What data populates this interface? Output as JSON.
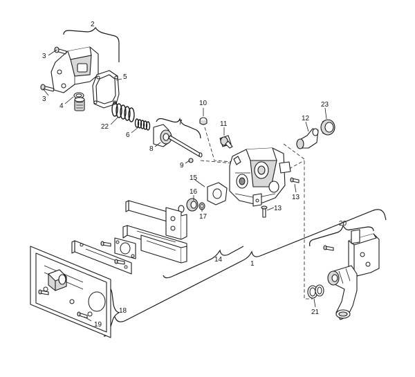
{
  "callouts": [
    {
      "id": "1",
      "label": "1"
    },
    {
      "id": "2",
      "label": "2"
    },
    {
      "id": "3a",
      "label": "3"
    },
    {
      "id": "3b",
      "label": "3"
    },
    {
      "id": "4",
      "label": "4"
    },
    {
      "id": "5",
      "label": "5"
    },
    {
      "id": "6",
      "label": "6"
    },
    {
      "id": "7",
      "label": "7"
    },
    {
      "id": "8",
      "label": "8"
    },
    {
      "id": "9",
      "label": "9"
    },
    {
      "id": "10",
      "label": "10"
    },
    {
      "id": "11",
      "label": "11"
    },
    {
      "id": "12",
      "label": "12"
    },
    {
      "id": "13a",
      "label": "13"
    },
    {
      "id": "13b",
      "label": "13"
    },
    {
      "id": "14",
      "label": "14"
    },
    {
      "id": "15",
      "label": "15"
    },
    {
      "id": "16",
      "label": "16"
    },
    {
      "id": "17",
      "label": "17"
    },
    {
      "id": "18",
      "label": "18"
    },
    {
      "id": "19",
      "label": "19"
    },
    {
      "id": "20",
      "label": "20"
    },
    {
      "id": "21",
      "label": "21"
    },
    {
      "id": "22",
      "label": "22"
    },
    {
      "id": "23",
      "label": "23"
    }
  ]
}
